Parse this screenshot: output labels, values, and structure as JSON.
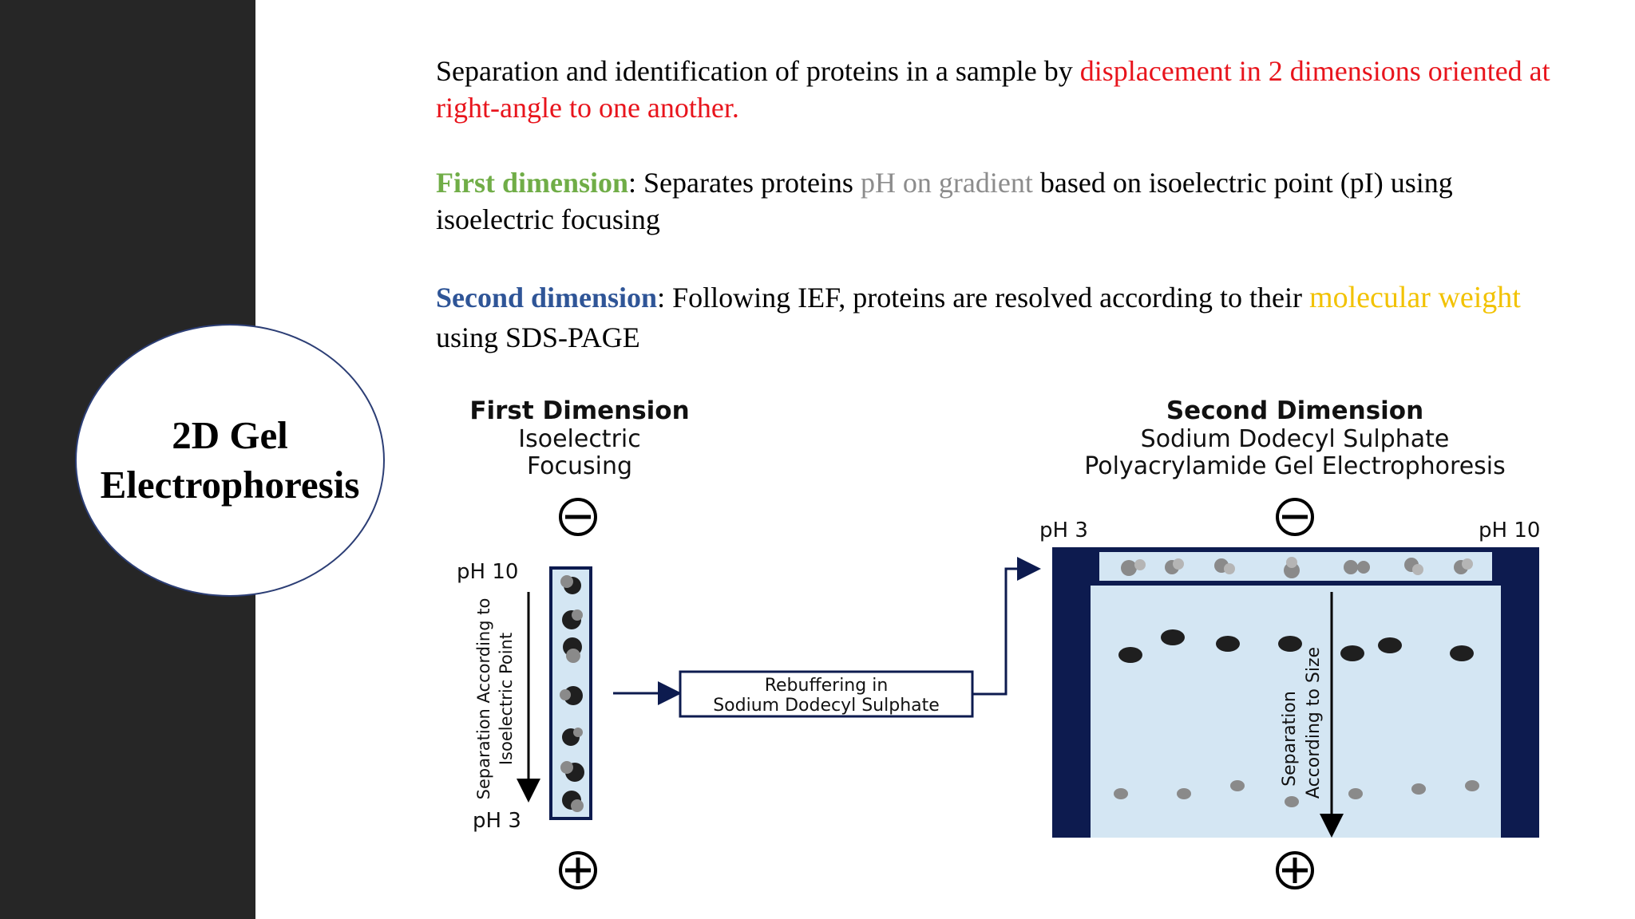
{
  "sidebar": {
    "title_line1": "2D Gel",
    "title_line2": "Electrophoresis"
  },
  "intro": {
    "text_before": "Separation and identification of proteins in a sample by ",
    "highlight": "displacement in 2 dimensions oriented at right-angle to one another."
  },
  "first_dim": {
    "label": "First dimension",
    "text1": ": Separates proteins ",
    "gray_text": "pH on  gradient",
    "text2": " based on isoelectric point (pI) using isoelectric focusing"
  },
  "second_dim": {
    "label": "Second dimension",
    "text1": ": Following IEF, proteins are resolved according to their ",
    "gold_text": "molecular weight",
    "text2": " using SDS-PAGE"
  },
  "diagram": {
    "first": {
      "heading": "First Dimension",
      "sub1": "Isoelectric",
      "sub2": "Focusing",
      "ph_top": "pH 10",
      "ph_bottom": "pH 3",
      "axis_line1": "Separation According to",
      "axis_line2": "Isoelectric Point"
    },
    "rebuffer": {
      "line1": "Rebuffering in",
      "line2": "Sodium Dodecyl Sulphate"
    },
    "second": {
      "heading": "Second Dimension",
      "sub1": "Sodium Dodecyl Sulphate",
      "sub2": "Polyacrylamide Gel Electrophoresis",
      "ph_left": "pH 3",
      "ph_right": "pH 10",
      "axis_line1": "Separation",
      "axis_line2": "According to Size"
    },
    "colors": {
      "navy": "#0d1b4f",
      "gel": "#d4e6f3",
      "band": "#1f1f1f",
      "light_band": "#8a8a8a"
    }
  }
}
